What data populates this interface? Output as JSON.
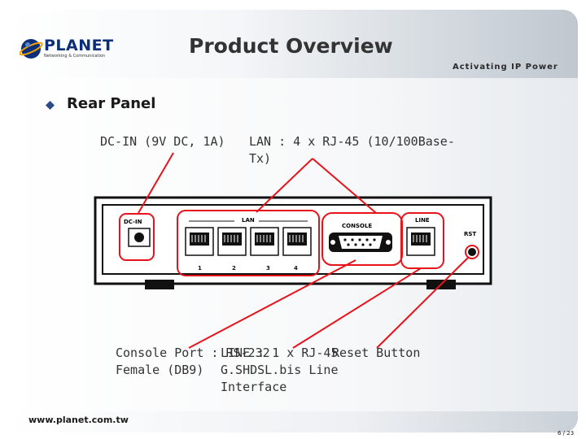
{
  "header": {
    "title": "Product Overview",
    "logo_text": "PLANET",
    "logo_sub": "Networking & Communication",
    "tagline": "Activating IP Power"
  },
  "section": {
    "heading": "Rear Panel"
  },
  "callouts": {
    "dcin": "DC-IN (9V DC, 1A)",
    "lan_line1": "LAN : 4 x RJ-45 (10/100Base-",
    "lan_line2": "Tx)",
    "console_line1": "Console Port : RS-232",
    "console_line2": "Female (DB9)",
    "line_line1": "LINE : 1 x RJ-45",
    "line_line2": "G.SHDSL.bis Line",
    "line_line3": "Interface",
    "reset": "Reset Button"
  },
  "device": {
    "dcin_label": "DC-IN",
    "lan_label": "LAN",
    "console_label": "CONSOLE",
    "line_label": "LINE",
    "rst_label": "RST",
    "port_numbers": [
      "1",
      "2",
      "3",
      "4"
    ]
  },
  "footer": {
    "url": "www.planet.com.tw",
    "page": "6 / 23"
  },
  "colors": {
    "callout_red": "#e8121a",
    "logo_blue": "#0d2f7a",
    "title_gray": "#333333"
  }
}
